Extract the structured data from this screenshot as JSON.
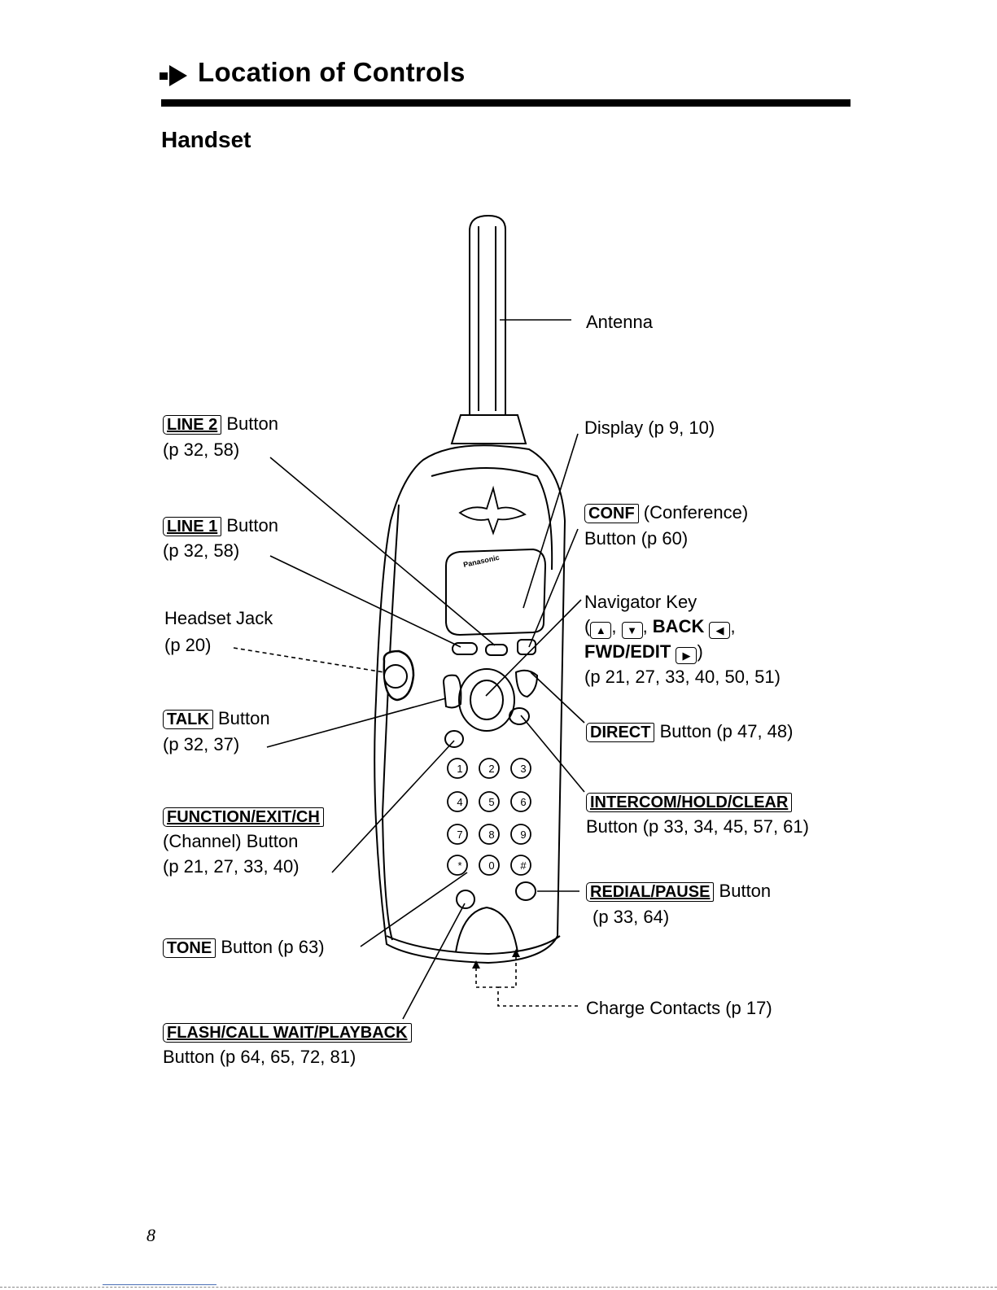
{
  "header": {
    "title": "Location of Controls",
    "subtitle": "Handset"
  },
  "labels": {
    "antenna": "Antenna",
    "line2_key": "LINE 2",
    "line2_suffix": "Button",
    "line2_pages": "(p 32, 58)",
    "display": "Display (p 9, 10)",
    "line1_key": "LINE 1",
    "line1_suffix": "Button",
    "line1_pages": "(p 32, 58)",
    "conf_key": "CONF",
    "conf_suffix": "(Conference)",
    "conf_line2": "Button (p 60)",
    "headset_line1": "Headset Jack",
    "headset_line2": "(p 20)",
    "navigator_title": "Navigator Key",
    "navigator_back": "BACK",
    "navigator_fwd": "FWD/EDIT",
    "navigator_pages": "(p 21, 27, 33, 40, 50, 51)",
    "talk_key": "TALK",
    "talk_suffix": "Button",
    "talk_pages": "(p 32, 37)",
    "direct_key": "DIRECT",
    "direct_suffix": "Button (p 47, 48)",
    "function_key": "FUNCTION/EXIT/CH",
    "function_line2": "(Channel) Button",
    "function_pages": "(p 21, 27, 33, 40)",
    "intercom_key": "INTERCOM/HOLD/CLEAR",
    "intercom_line2": "Button (p 33, 34, 45, 57, 61)",
    "redial_key": "REDIAL/PAUSE",
    "redial_suffix": "Button",
    "redial_pages": "(p 33, 64)",
    "tone_key": "TONE",
    "tone_suffix": "Button (p 63)",
    "charge": "Charge Contacts (p 17)",
    "flash_key": "FLASH/CALL WAIT/PLAYBACK",
    "flash_line2": "Button (p 64, 65, 72, 81)"
  },
  "phone": {
    "brand": "Panasonic",
    "keys": [
      "1",
      "2",
      "3",
      "4",
      "5",
      "6",
      "7",
      "8",
      "9",
      "*",
      "0",
      "#"
    ]
  },
  "page_number": "8"
}
